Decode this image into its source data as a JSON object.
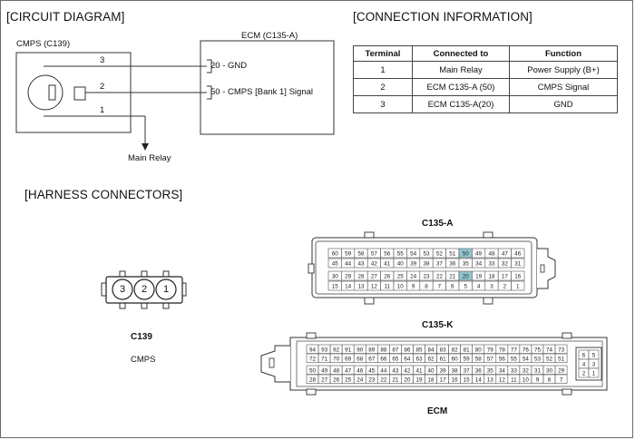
{
  "headings": {
    "circuit": "[CIRCUIT DIAGRAM]",
    "connection": "[CONNECTION INFORMATION]",
    "harness": "[HARNESS CONNECTORS]"
  },
  "circuit": {
    "cmps_label": "CMPS (C139)",
    "ecm_label": "ECM (C135-A)",
    "pin3": "3",
    "pin2": "2",
    "pin1": "1",
    "ecm_pin20": "20 - GND",
    "ecm_pin50": "50 -  CMPS [Bank 1] Signal",
    "main_relay": "Main Relay"
  },
  "table": {
    "headers": [
      "Terminal",
      "Connected to",
      "Function"
    ],
    "rows": [
      [
        "1",
        "Main Relay",
        "Power Supply (B+)"
      ],
      [
        "2",
        "ECM C135-A (50)",
        "CMPS Signal"
      ],
      [
        "3",
        "ECM C135-A(20)",
        "GND"
      ]
    ]
  },
  "c139": {
    "pins": [
      "3",
      "2",
      "1"
    ],
    "name": "C139",
    "desc": "CMPS"
  },
  "c135a": {
    "title": "C135-A",
    "top_row1": [
      "60",
      "59",
      "58",
      "57",
      "56",
      "55",
      "54",
      "53",
      "52",
      "51",
      "50",
      "49",
      "48",
      "47",
      "46"
    ],
    "top_row2": [
      "45",
      "44",
      "43",
      "42",
      "41",
      "40",
      "39",
      "38",
      "37",
      "36",
      "35",
      "34",
      "33",
      "32",
      "31"
    ],
    "bot_row1": [
      "30",
      "29",
      "28",
      "27",
      "26",
      "25",
      "24",
      "23",
      "22",
      "21",
      "20",
      "19",
      "18",
      "17",
      "16"
    ],
    "bot_row2": [
      "15",
      "14",
      "13",
      "12",
      "11",
      "10",
      "9",
      "8",
      "7",
      "6",
      "5",
      "4",
      "3",
      "2",
      "1"
    ],
    "highlight": [
      "50",
      "20"
    ],
    "highlight_color": "#8fc6cf"
  },
  "c135k": {
    "title": "C135-K",
    "row1": [
      "94",
      "93",
      "92",
      "91",
      "90",
      "89",
      "88",
      "87",
      "86",
      "85",
      "84",
      "83",
      "82",
      "81",
      "80",
      "79",
      "78",
      "77",
      "76",
      "75",
      "74",
      "73"
    ],
    "row2": [
      "72",
      "71",
      "70",
      "69",
      "68",
      "67",
      "66",
      "65",
      "64",
      "63",
      "62",
      "61",
      "60",
      "59",
      "58",
      "57",
      "56",
      "55",
      "54",
      "53",
      "52",
      "51"
    ],
    "row3": [
      "50",
      "49",
      "48",
      "47",
      "46",
      "45",
      "44",
      "43",
      "42",
      "41",
      "40",
      "39",
      "38",
      "37",
      "36",
      "35",
      "34",
      "33",
      "32",
      "31",
      "30",
      "29"
    ],
    "row4": [
      "28",
      "27",
      "26",
      "25",
      "24",
      "23",
      "22",
      "21",
      "20",
      "19",
      "18",
      "17",
      "16",
      "15",
      "14",
      "13",
      "12",
      "11",
      "10",
      "9",
      "8",
      "7"
    ],
    "side": [
      [
        "6",
        "5"
      ],
      [
        "4",
        "3"
      ],
      [
        "2",
        "1"
      ]
    ],
    "caption": "ECM"
  }
}
